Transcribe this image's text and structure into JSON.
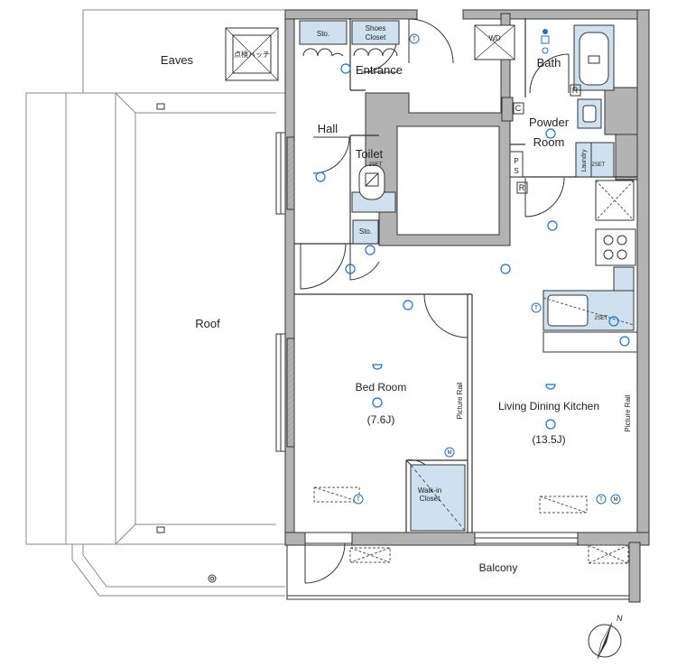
{
  "labels": {
    "eaves": "Eaves",
    "roof": "Roof",
    "hatch": "点検ハッチ",
    "entrance": "Entrance",
    "hall": "Hall",
    "toilet": "Toilet",
    "sto_top": "Sto.",
    "shoes_closet_1": "Shoes",
    "shoes_closet_2": "Closet",
    "sto_hall": "Sto.",
    "ps_1": "P",
    "ps_2": "S",
    "wd": "WD",
    "bath": "Bath",
    "powder_1": "Powder",
    "powder_2": "Room",
    "laundry": "Laundry",
    "c_mark": "C",
    "r_mark_1": "R",
    "r_mark_2": "R",
    "bed_room": "Bed Room",
    "bed_room_size": "(7.6J)",
    "picture_rail_1": "Picture Rail",
    "picture_rail_2": "Picture Rail",
    "ldk": "Living Dining Kitchen",
    "ldk_size": "(13.5J)",
    "walkin_1": "Walk-in",
    "walkin_2": "Closet",
    "balcony": "Balcony",
    "north": "N",
    "set_1": "2SET",
    "set_2": "2SET",
    "set_3": "2SET",
    "m_1": "M",
    "m_2": "M",
    "t_1": "T",
    "t_2": "T",
    "t_3": "T",
    "t_4": "T"
  },
  "colors": {
    "wall": "#b3b3b3",
    "line": "#333333",
    "fixture": "#cfe0ee",
    "symbol": "#1a73c8"
  }
}
